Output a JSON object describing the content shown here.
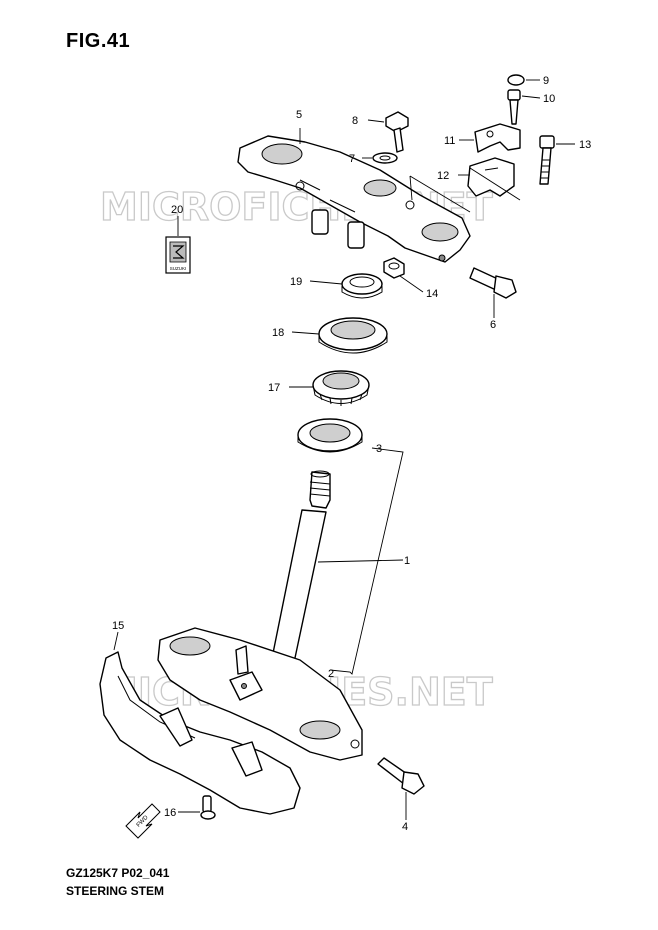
{
  "figure": {
    "title": "FIG.41"
  },
  "footer": {
    "model_code": "GZ125K7 P02_041",
    "name": "STEERING STEM"
  },
  "watermarks": [
    "MICROFICHES.NET",
    "MICROFICHES.NET"
  ],
  "fwd_arrow_label": "FWD",
  "emblem_text": "SUZUKI",
  "callouts": [
    "1",
    "2",
    "3",
    "4",
    "5",
    "6",
    "7",
    "8",
    "9",
    "10",
    "11",
    "12",
    "13",
    "14",
    "15",
    "16",
    "17",
    "18",
    "19",
    "20"
  ]
}
